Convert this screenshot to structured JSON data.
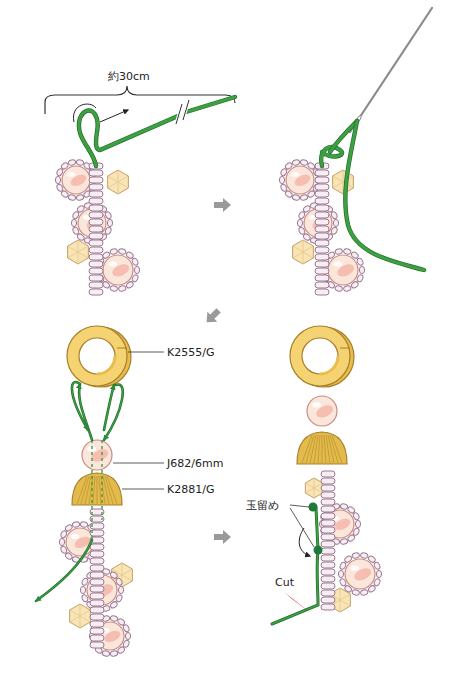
{
  "diagram": {
    "labels": [
      "約30cm",
      "K2555/G",
      "J682/6mm",
      "K2881/G",
      "玉留め",
      "Cut"
    ]
  }
}
